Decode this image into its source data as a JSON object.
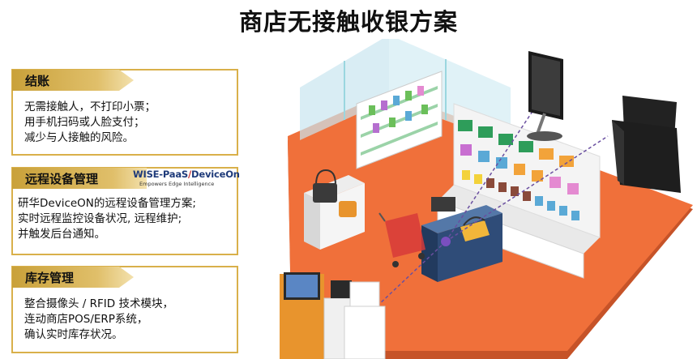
{
  "title": "商店无接触收银方案",
  "panels": [
    {
      "heading": "结账",
      "lines": [
        "无需接触人，不打印小票；",
        "用手机扫码或人脸支付；",
        "减少与人接触的风险。"
      ]
    },
    {
      "heading": "远程设备管理",
      "logo": {
        "brand": "WISE-PaaS",
        "slash": "/",
        "product": "DeviceOn",
        "tagline": "Empowers Edge Intelligence"
      },
      "lines": [
        "研华DeviceON的远程设备管理方案;",
        "实时远程监控设备状况, 远程维护;",
        "并触发后台通知。"
      ]
    },
    {
      "heading": "库存管理",
      "lines": [
        "整合摄像头 / RFID 技术模块，",
        "连动商店POS/ERP系统，",
        "确认实时库存状况。"
      ]
    }
  ],
  "colors": {
    "panel_border": "#d9b04a",
    "heading_fill": "#c9a13a",
    "floor": "#f0703a",
    "shelf_front": "#ffffff",
    "counter": "#2f4c78",
    "glass": "#c9e6ef",
    "connector_line": "#6a4fa0"
  },
  "icons": [
    "self-checkout-kiosk-icon",
    "tablet-stand-icon",
    "pos-terminal-icon",
    "shopping-cart-icon",
    "shopping-basket-icon",
    "handbag-icon"
  ]
}
